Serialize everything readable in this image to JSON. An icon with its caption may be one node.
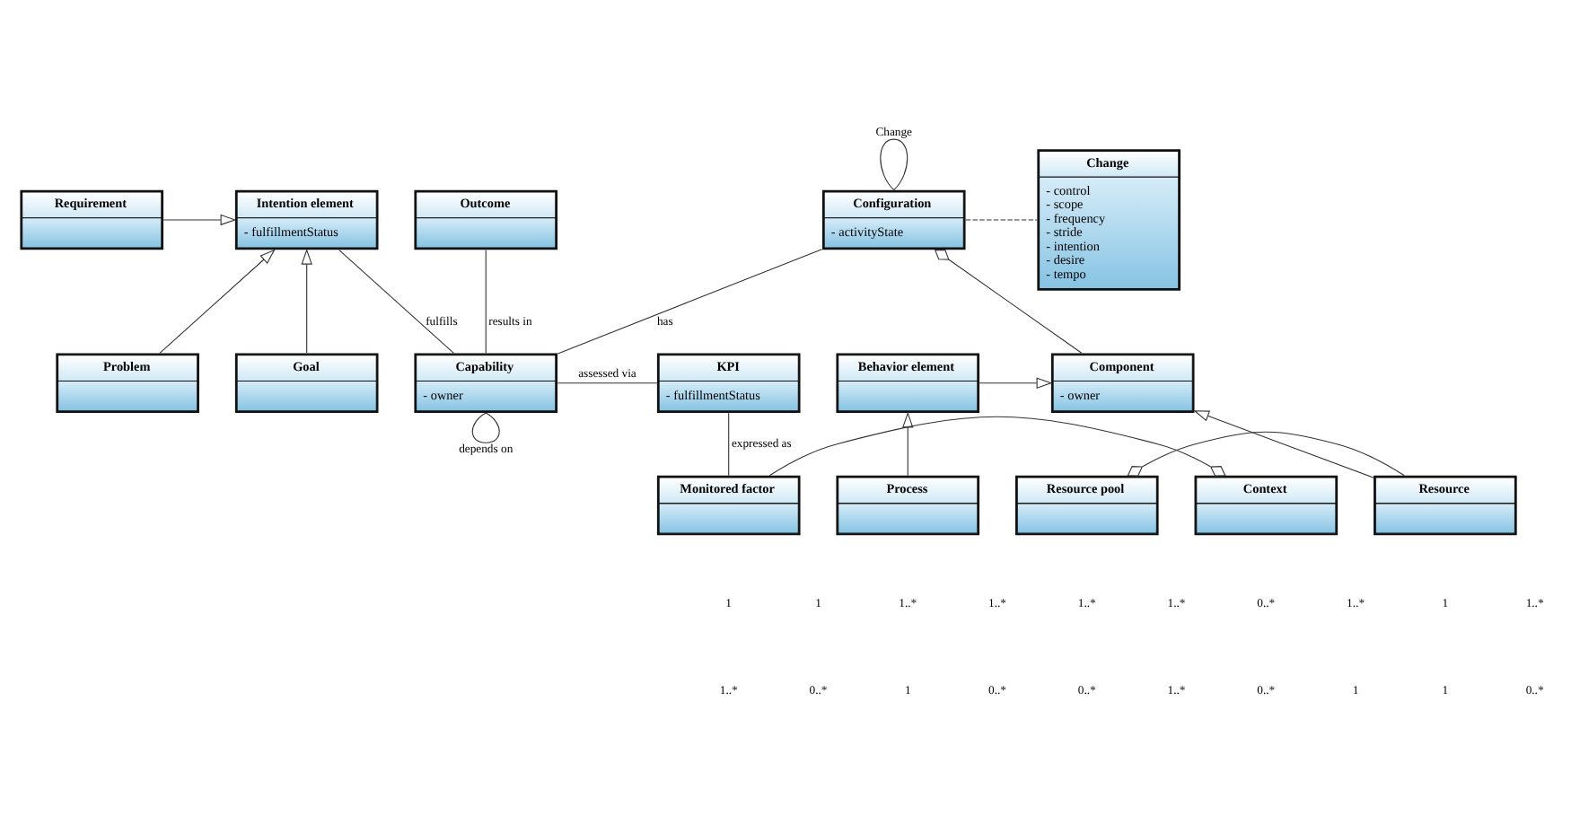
{
  "diagram": {
    "nodes": [
      {
        "text": [
          "Requirement"
        ]
      },
      {
        "text": [
          "Intention element",
          "- fulfillmentStatus"
        ]
      },
      {
        "text": [
          "Outcome"
        ]
      },
      {
        "text": [
          "Configuration",
          "- activityState"
        ]
      },
      {
        "text": [
          "Change",
          "- control",
          "- scope",
          "- frequency",
          "- stride",
          "- intention",
          "- desire",
          "- tempo"
        ]
      },
      {
        "text": [
          "Problem"
        ]
      },
      {
        "text": [
          "Goal"
        ]
      },
      {
        "text": [
          "KPI",
          "- fulfillmentStatus"
        ]
      },
      {
        "text": [
          "Capability",
          "- owner"
        ]
      },
      {
        "text": [
          "Component",
          "- owner"
        ]
      },
      {
        "text": [
          "Behavior element"
        ]
      },
      {
        "text": [
          "Monitored factor"
        ]
      },
      {
        "text": [
          "Context"
        ]
      },
      {
        "text": [
          "Resource"
        ]
      },
      {
        "text": [
          "Resource pool"
        ]
      },
      {
        "text": [
          "Process"
        ]
      }
    ],
    "edges": [
      {
        "from": 0,
        "to": 1,
        "arrow": "to"
      },
      {
        "from": 5,
        "to": 1,
        "arrow": "to"
      },
      {
        "from": 6,
        "to": 1,
        "arrow": "to"
      },
      {
        "from": 1,
        "to": 8,
        "arrow": "none",
        "label": "fulfills"
      },
      {
        "from": 2,
        "to": 8,
        "arrow": "none",
        "label": "results in"
      },
      {
        "from": 3,
        "to": 3,
        "arrow": "none",
        "label": "Change"
      },
      {
        "from": 3,
        "to": 4,
        "arrow": "none",
        "style": "dashed"
      },
      {
        "from": 8,
        "to": 3,
        "arrow": "none",
        "label": "has"
      },
      {
        "from": 3,
        "to": 9,
        "arrow": "other"
      },
      {
        "from": 8,
        "to": 7,
        "arrow": "none",
        "label": "assessed via"
      },
      {
        "from": 8,
        "to": 8,
        "arrow": "none",
        "label": "depends on"
      },
      {
        "from": 7,
        "to": 11,
        "arrow": "none",
        "label": "expressed as"
      },
      {
        "from": 12,
        "to": 11,
        "arrow": "other"
      },
      {
        "from": 13,
        "to": 9,
        "arrow": "to"
      },
      {
        "from": 10,
        "to": 9,
        "arrow": "to"
      },
      {
        "from": 15,
        "to": 10,
        "arrow": "to"
      },
      {
        "from": 14,
        "to": 13,
        "arrow": "other"
      }
    ],
    "labels": [
      "1",
      "1",
      "1..*",
      "1..*",
      "1..*",
      "1..*",
      "0..*",
      "1..*",
      "1",
      "1..*",
      "1..*",
      "0..*",
      "1",
      "0..*",
      "0..*",
      "1..*",
      "0..*",
      "1",
      "1",
      "0..*"
    ]
  }
}
